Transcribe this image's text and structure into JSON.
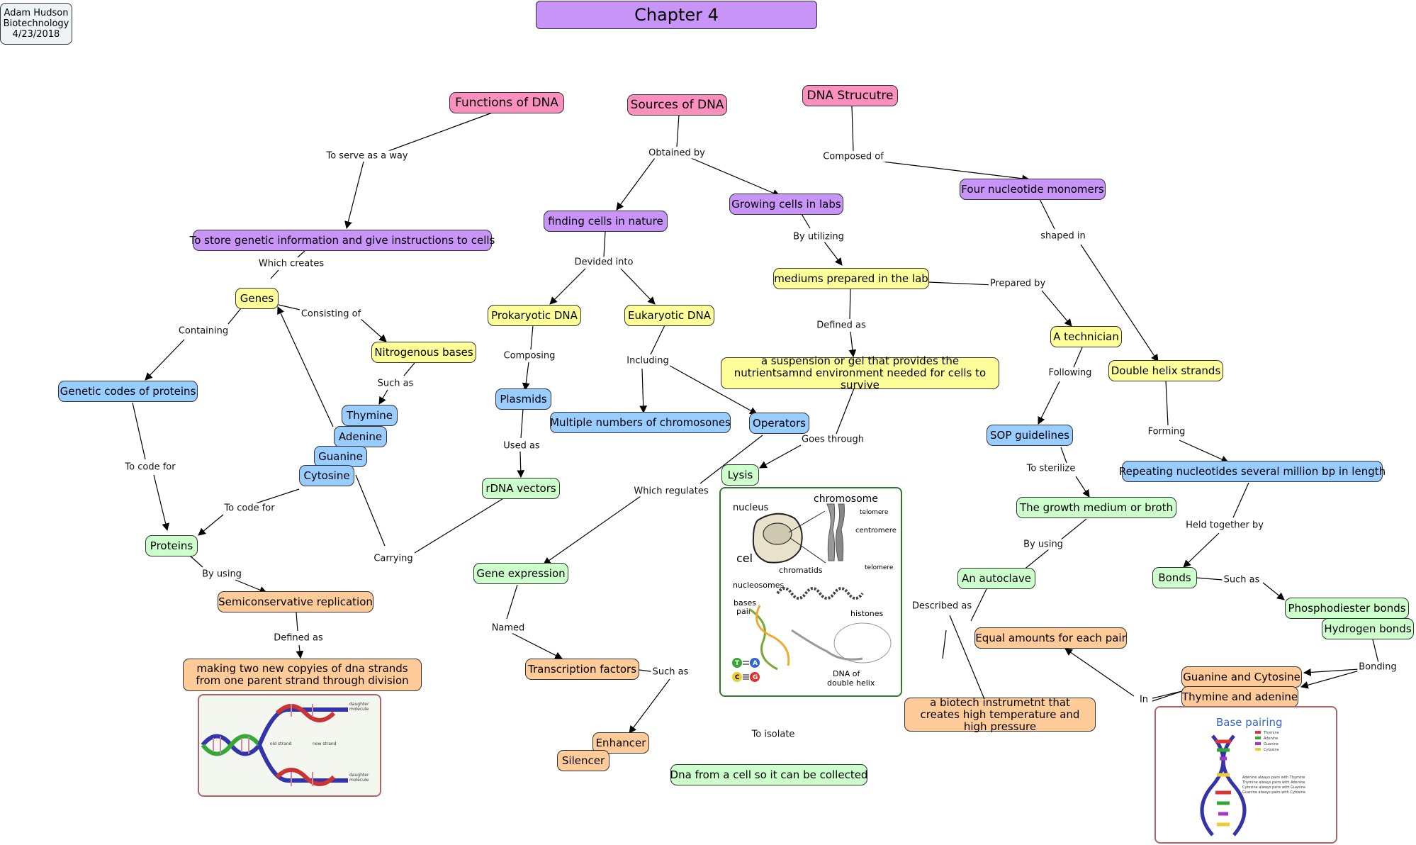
{
  "colors": {
    "purple": "#c994f7",
    "pink": "#fb90bf",
    "yellow": "#ffff99",
    "blue": "#99ccff",
    "green": "#ccffcc",
    "orange": "#ffcc99",
    "info": "#eef3f5"
  },
  "nodes": {
    "info": "Adam Hudson Biotechnology 4/23/2018",
    "title": "Chapter 4",
    "functions": "Functions of DNA",
    "sources": "Sources of DNA",
    "structure": "DNA Strucutre",
    "store": "To store genetic information and give instructions to cells",
    "finding": "finding cells in nature",
    "growing": "Growing cells in labs",
    "four": "Four nucleotide monomers",
    "genes": "Genes",
    "mediums": "mediums prepared in the lab",
    "prokaryotic": "Prokaryotic DNA",
    "eukaryotic": "Eukaryotic DNA",
    "nitrogenous": "Nitrogenous bases",
    "technician": "A technician",
    "suspension": "a suspension or gel that provides the nutrientsamnd environment needed for cells to survive",
    "double_helix": "Double helix strands",
    "genetic_codes": "Genetic codes of proteins",
    "plasmids": "Plasmids",
    "thymine": "Thymine",
    "adenine": "Adenine",
    "multiple": "Multiple numbers of chromosones",
    "operators": "Operators",
    "sop": "SOP guidelines",
    "guanine": "Guanine",
    "cytosine": "Cytosine",
    "rdna": "rDNA vectors",
    "lysis": "Lysis",
    "repeating": "Repeating nucleotides several million bp in length",
    "growth": "The growth medium or broth",
    "proteins": "Proteins",
    "gene_expression": "Gene expression",
    "bonds": "Bonds",
    "autoclave": "An autoclave",
    "phosphodiester": "Phosphodiester bonds",
    "semi": "Semiconservative replication",
    "hydrogen": "Hydrogen bonds",
    "equal": "Equal amounts for each pair",
    "making": "making two new copyies of dna strands from one parent strand through division",
    "transcription": "Transcription factors",
    "guanine_cytosine": "Guanine and Cytosine",
    "thymine_adenine": "Thymine and adenine",
    "biotech": "a biotech instrumetnt that creates high temperature and high pressure",
    "enhancer": "Enhancer",
    "silencer": "Silencer",
    "dna_cell": "Dna from a cell so it can be collected"
  },
  "links": {
    "to_serve": "To serve as a way",
    "obtained_by": "Obtained by",
    "composed_of": "Composed of",
    "which_creates": "Which creates",
    "devided_into": "Devided into",
    "by_utilizing": "By utilizing",
    "shaped_in": "shaped in",
    "consisting_of": "Consisting of",
    "prepared_by": "Prepared by",
    "containing": "Containing",
    "defined_as": "Defined as",
    "composing": "Composing",
    "including": "Including",
    "such_as": "Such as",
    "following": "Following",
    "forming": "Forming",
    "used_as": "Used as",
    "goes_through": "Goes through",
    "to_code_for": "To code for",
    "which_regulates": "Which regulates",
    "to_sterilize": "To sterilize",
    "to_code_for_2": "To code for",
    "held_together_by": "Held together by",
    "carrying": "Carrying",
    "by_using": "By using",
    "by_using_2": "By using",
    "such_as_2": "Such as",
    "described_as": "Described as",
    "defined_as_2": "Defined as",
    "named": "Named",
    "such_as_3": "Such as",
    "bonding": "Bonding",
    "in": "In",
    "to_isolate": "To isolate"
  },
  "images": {
    "cell": {
      "nucleus": "nucleus",
      "chromosome": "chromosome",
      "telomere": "telomere",
      "centromere": "centromere",
      "cel": "cel",
      "chromatids": "chromatids",
      "telomere2": "telomere",
      "nucleosomes": "nucleosomes",
      "bases": "bases",
      "pair": "pair",
      "histones": "histones",
      "dna_of": "DNA of",
      "double_helix": "double helix",
      "t": "T",
      "a": "A",
      "c": "C",
      "g": "G"
    },
    "replication": {
      "daughter1": "daughter",
      "molecule1": "molecule",
      "old_strand": "old strand",
      "new_strand": "new strand",
      "daughter2": "daughter",
      "molecule2": "molecule"
    },
    "pairing": {
      "title": "Base pairing",
      "legend": [
        "Thymine",
        "Adenine",
        "Guanine",
        "Cytosine"
      ],
      "notes": [
        "Adenine always pairs with Thymine",
        "Thymine always pairs with Adenine",
        "Cytosine always pairs with Guanine",
        "Guanine always pairs with Cytosine"
      ]
    }
  }
}
